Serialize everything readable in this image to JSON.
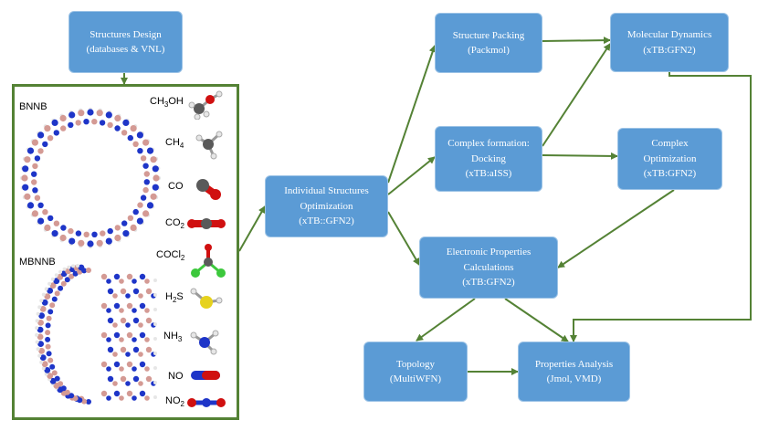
{
  "colors": {
    "box_fill": "#5b9bd5",
    "arrow": "#548235",
    "boron": "#d49a94",
    "nitrogen": "#1e35c8",
    "hydrogen": "#e6e6e6",
    "carbon": "#5a5a5a",
    "oxygen": "#d01010",
    "chlorine": "#3cc83c",
    "sulfur": "#e6d21e"
  },
  "boxes": {
    "structures_design": {
      "line1": "Structures Design",
      "line2": "(databases & VNL)"
    },
    "individual_opt": {
      "line1": "Individual Structures",
      "line2": "Optimization",
      "line3": "(xTB::GFN2)"
    },
    "structure_packing": {
      "line1": "Structure Packing",
      "line2": "(Packmol)"
    },
    "molecular_dynamics": {
      "line1": "Molecular Dynamics",
      "line2": "(xTB:GFN2)"
    },
    "complex_formation": {
      "line1": "Complex formation:",
      "line2": "Docking",
      "line3": "(xTB:aISS)"
    },
    "complex_opt": {
      "line1": "Complex",
      "line2": "Optimization",
      "line3": "(xTB:GFN2)"
    },
    "electronic_props": {
      "line1": "Electronic Properties",
      "line2": "Calculations",
      "line3": "(xTB:GFN2)"
    },
    "topology": {
      "line1": "Topology",
      "line2": "(MultiWFN)"
    },
    "properties_analysis": {
      "line1": "Properties Analysis",
      "line2": "(Jmol, VMD)"
    }
  },
  "panel": {
    "bnnb_label": "BNNB",
    "mbnnb_label": "MBNNB",
    "molecules": [
      {
        "main": "CH",
        "sub": "3",
        "tail": "OH"
      },
      {
        "main": "CH",
        "sub": "4",
        "tail": ""
      },
      {
        "main": "CO",
        "sub": "",
        "tail": ""
      },
      {
        "main": "CO",
        "sub": "2",
        "tail": ""
      },
      {
        "main": "COCl",
        "sub": "2",
        "tail": ""
      },
      {
        "main": "H",
        "sub": "2",
        "tail": "S"
      },
      {
        "main": "NH",
        "sub": "3",
        "tail": ""
      },
      {
        "main": "NO",
        "sub": "",
        "tail": ""
      },
      {
        "main": "NO",
        "sub": "2",
        "tail": ""
      }
    ]
  }
}
